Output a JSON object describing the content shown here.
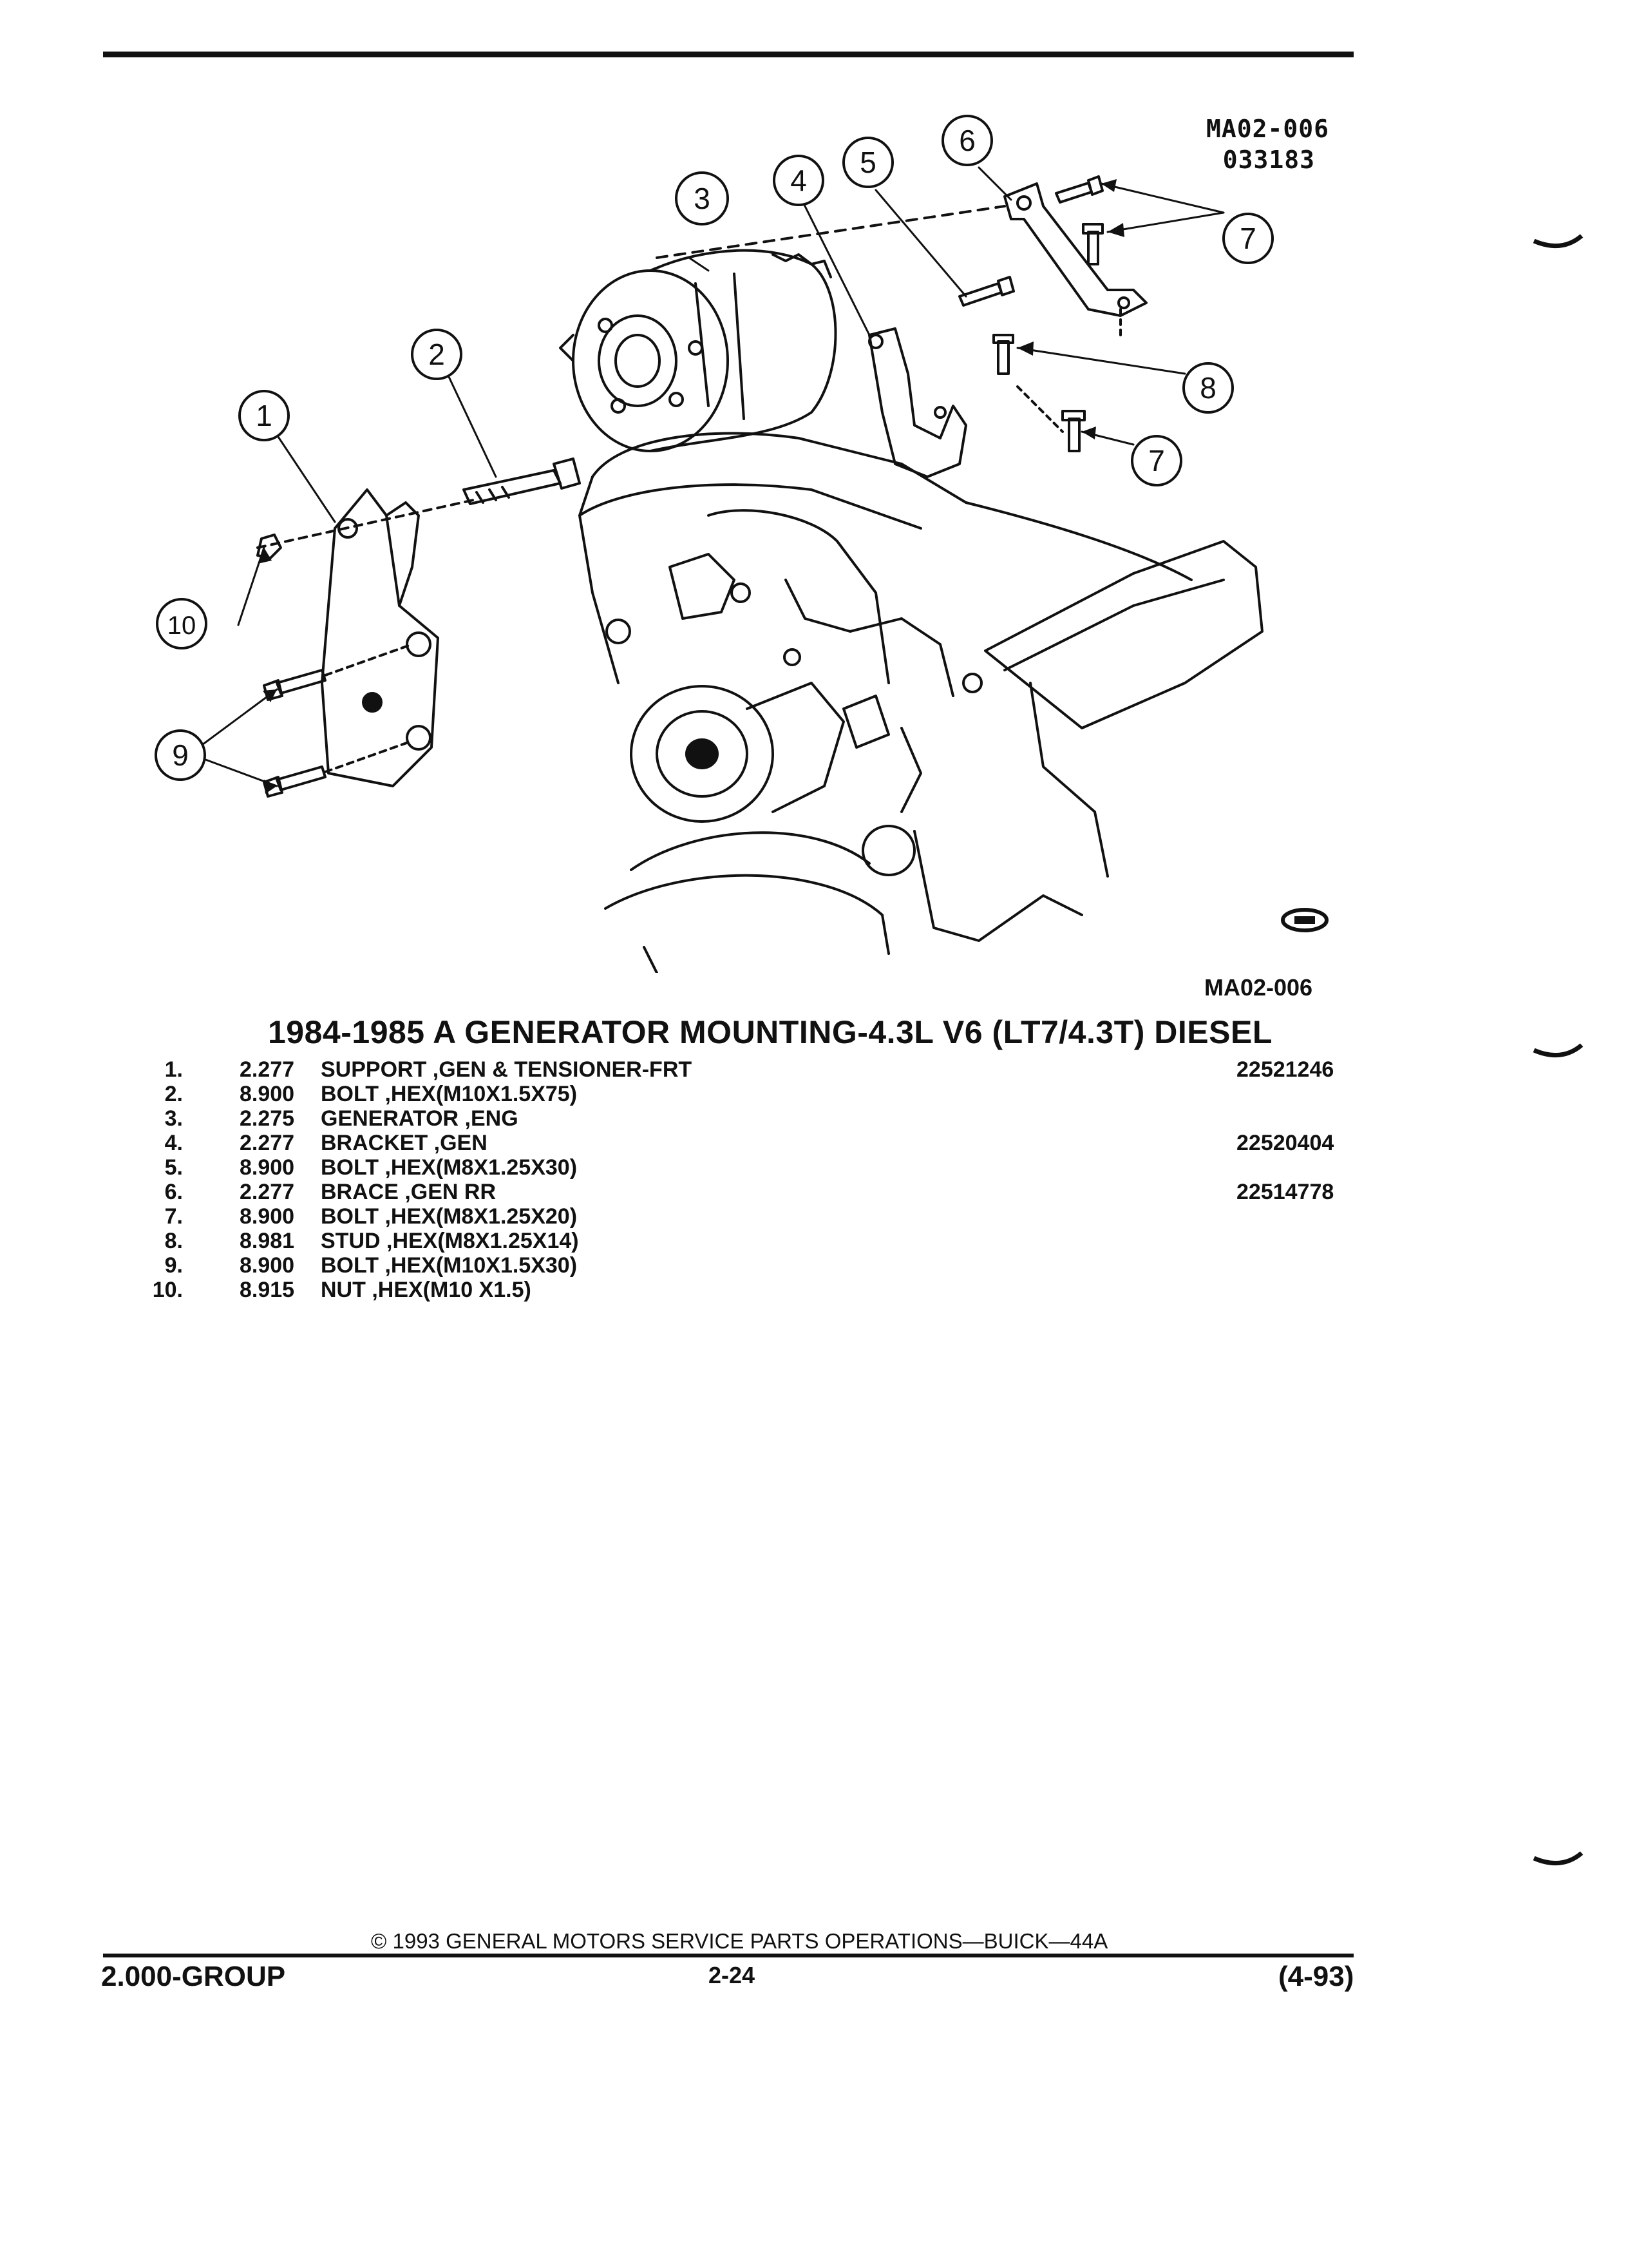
{
  "header": {
    "ref_code_line1": "MA02-006",
    "ref_code_line2": "033183"
  },
  "diagram": {
    "callouts": [
      "1",
      "2",
      "3",
      "4",
      "5",
      "6",
      "7",
      "8",
      "7",
      "10",
      "9"
    ],
    "figure_code": "MA02-006"
  },
  "parts": {
    "title": "1984-1985 A GENERATOR MOUNTING-4.3L V6 (LT7/4.3T) DIESEL",
    "rows": [
      {
        "no": "1.",
        "group": "2.277",
        "desc": "SUPPORT ,GEN & TENSIONER-FRT",
        "part": "22521246"
      },
      {
        "no": "2.",
        "group": "8.900",
        "desc": "BOLT ,HEX(M10X1.5X75)",
        "part": ""
      },
      {
        "no": "3.",
        "group": "2.275",
        "desc": "GENERATOR ,ENG",
        "part": ""
      },
      {
        "no": "4.",
        "group": "2.277",
        "desc": "BRACKET ,GEN",
        "part": "22520404"
      },
      {
        "no": "5.",
        "group": "8.900",
        "desc": "BOLT ,HEX(M8X1.25X30)",
        "part": ""
      },
      {
        "no": "6.",
        "group": "2.277",
        "desc": "BRACE ,GEN RR",
        "part": "22514778"
      },
      {
        "no": "7.",
        "group": "8.900",
        "desc": "BOLT ,HEX(M8X1.25X20)",
        "part": ""
      },
      {
        "no": "8.",
        "group": "8.981",
        "desc": "STUD ,HEX(M8X1.25X14)",
        "part": ""
      },
      {
        "no": "9.",
        "group": "8.900",
        "desc": "BOLT ,HEX(M10X1.5X30)",
        "part": ""
      },
      {
        "no": "10.",
        "group": "8.915",
        "desc": "NUT ,HEX(M10 X1.5)",
        "part": ""
      }
    ]
  },
  "footer": {
    "copyright": "© 1993 GENERAL MOTORS SERVICE PARTS OPERATIONS—BUICK—44A",
    "group": "2.000-GROUP",
    "page": "2-24",
    "date": "(4-93)"
  }
}
